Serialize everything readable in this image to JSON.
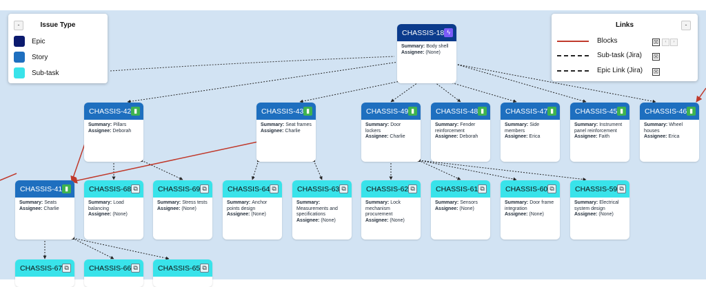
{
  "legend_issue_type": {
    "title": "Issue Type",
    "minimize": "-",
    "items": [
      {
        "label": "Epic",
        "color": "#0b1a6e"
      },
      {
        "label": "Story",
        "color": "#1e6fbf"
      },
      {
        "label": "Sub-task",
        "color": "#39e3ea"
      }
    ]
  },
  "legend_links": {
    "title": "Links",
    "minimize": "-",
    "items": [
      {
        "label": "Blocks",
        "style": "solid",
        "color": "#c0392b",
        "checked": "☒"
      },
      {
        "label": "Sub-task (Jira)",
        "style": "dashed",
        "color": "#222222",
        "checked": "☒"
      },
      {
        "label": "Epic Link (Jira)",
        "style": "dashed",
        "color": "#222222",
        "checked": "☒"
      }
    ],
    "nav_prev": "‹",
    "nav_next": "›"
  },
  "labels": {
    "summary": "Summary:",
    "assignee": "Assignee:"
  },
  "nodes": {
    "c18": {
      "key": "CHASSIS-18",
      "type": "epic",
      "summary": "Body shell",
      "assignee": "(None)"
    },
    "c42": {
      "key": "CHASSIS-42",
      "type": "story",
      "summary": "Pillars",
      "assignee": "Deborah"
    },
    "c43": {
      "key": "CHASSIS-43",
      "type": "story",
      "summary": "Seat frames",
      "assignee": "Charlie"
    },
    "c49": {
      "key": "CHASSIS-49",
      "type": "story",
      "summary": "Door lockers",
      "assignee": "Charlie"
    },
    "c48": {
      "key": "CHASSIS-48",
      "type": "story",
      "summary": "Fender reinforcement",
      "assignee": "Deborah"
    },
    "c47": {
      "key": "CHASSIS-47",
      "type": "story",
      "summary": "Side members",
      "assignee": "Erica"
    },
    "c45": {
      "key": "CHASSIS-45",
      "type": "story",
      "summary": "Instrument panel reinforcement",
      "assignee": "Faith"
    },
    "c46": {
      "key": "CHASSIS-46",
      "type": "story",
      "summary": "Wheel houses",
      "assignee": "Erica"
    },
    "c41": {
      "key": "CHASSIS-41",
      "type": "story",
      "summary": "Seats",
      "assignee": "Charlie"
    },
    "c68": {
      "key": "CHASSIS-68",
      "type": "subtask",
      "summary": "Load balancing",
      "assignee": "(None)"
    },
    "c69": {
      "key": "CHASSIS-69",
      "type": "subtask",
      "summary": "Stress tests",
      "assignee": "(None)"
    },
    "c64": {
      "key": "CHASSIS-64",
      "type": "subtask",
      "summary": "Anchor points design",
      "assignee": "(None)"
    },
    "c63": {
      "key": "CHASSIS-63",
      "type": "subtask",
      "summary": "Measurements and specifications",
      "assignee": "(None)"
    },
    "c62": {
      "key": "CHASSIS-62",
      "type": "subtask",
      "summary": "Lock mechanism procurement",
      "assignee": "(None)"
    },
    "c61": {
      "key": "CHASSIS-61",
      "type": "subtask",
      "summary": "Sensors",
      "assignee": "(None)"
    },
    "c60": {
      "key": "CHASSIS-60",
      "type": "subtask",
      "summary": "Door frame integration",
      "assignee": "(None)"
    },
    "c59": {
      "key": "CHASSIS-59",
      "type": "subtask",
      "summary": "Electrical system design",
      "assignee": "(None)"
    },
    "c67": {
      "key": "CHASSIS-67",
      "type": "subtask"
    },
    "c66": {
      "key": "CHASSIS-66",
      "type": "subtask"
    },
    "c65": {
      "key": "CHASSIS-65",
      "type": "subtask"
    }
  },
  "edges": [
    {
      "from": "c18",
      "to": "c42",
      "type": "epic"
    },
    {
      "from": "c18",
      "to": "c43",
      "type": "epic"
    },
    {
      "from": "c18",
      "to": "c49",
      "type": "epic"
    },
    {
      "from": "c18",
      "to": "c48",
      "type": "epic"
    },
    {
      "from": "c18",
      "to": "c47",
      "type": "epic"
    },
    {
      "from": "c18",
      "to": "c45",
      "type": "epic"
    },
    {
      "from": "c18",
      "to": "c46",
      "type": "epic"
    },
    {
      "from": "c42",
      "to": "c68",
      "type": "subtask"
    },
    {
      "from": "c42",
      "to": "c69",
      "type": "subtask"
    },
    {
      "from": "c43",
      "to": "c64",
      "type": "subtask"
    },
    {
      "from": "c43",
      "to": "c63",
      "type": "subtask"
    },
    {
      "from": "c49",
      "to": "c62",
      "type": "subtask"
    },
    {
      "from": "c49",
      "to": "c61",
      "type": "subtask"
    },
    {
      "from": "c49",
      "to": "c60",
      "type": "subtask"
    },
    {
      "from": "c49",
      "to": "c59",
      "type": "subtask"
    },
    {
      "from": "c41",
      "to": "c67",
      "type": "subtask"
    },
    {
      "from": "c41",
      "to": "c66",
      "type": "subtask"
    },
    {
      "from": "c41",
      "to": "c65",
      "type": "subtask"
    },
    {
      "from": "c42",
      "to": "c41",
      "type": "blocks"
    },
    {
      "from": "c43",
      "to": "c41",
      "type": "blocks"
    }
  ]
}
